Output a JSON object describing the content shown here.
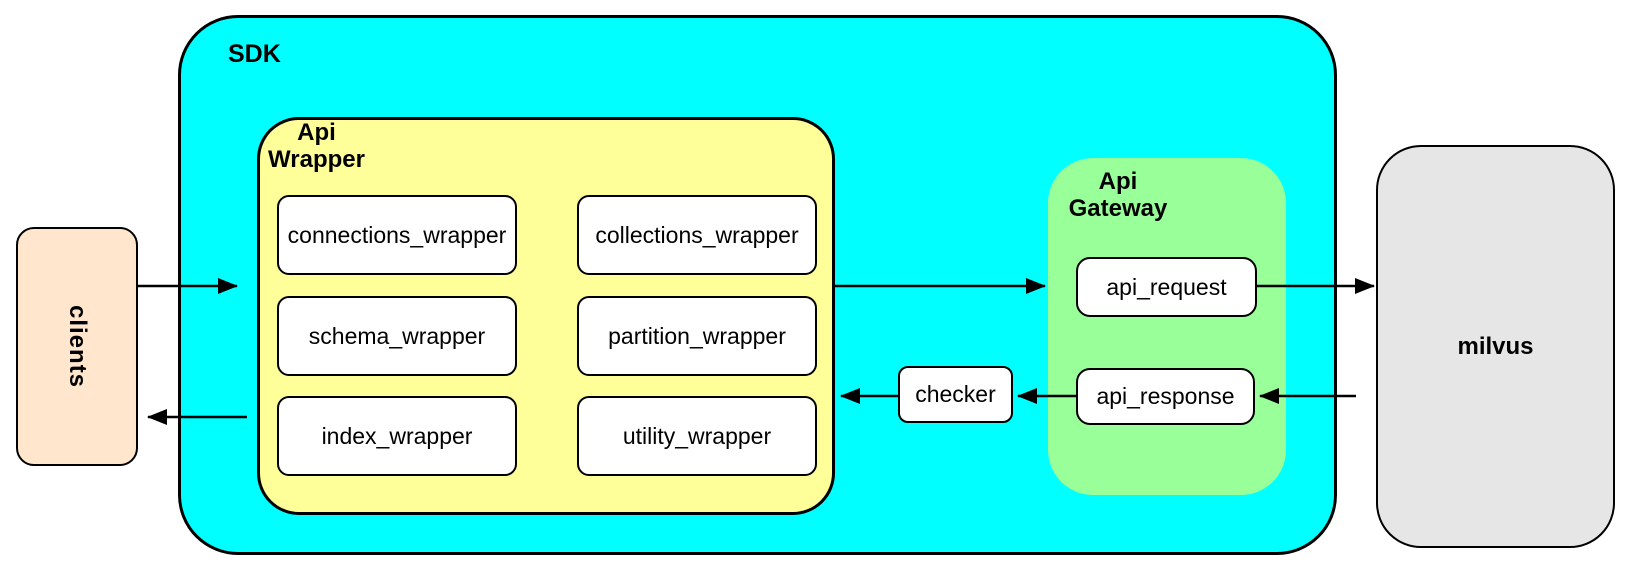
{
  "clients": {
    "label": "clients"
  },
  "sdk": {
    "label": "SDK"
  },
  "api_wrapper": {
    "label": "Api\nWrapper",
    "boxes": [
      {
        "label": "connections_wrapper"
      },
      {
        "label": "collections_wrapper"
      },
      {
        "label": "schema_wrapper"
      },
      {
        "label": "partition_wrapper"
      },
      {
        "label": "index_wrapper"
      },
      {
        "label": "utility_wrapper"
      }
    ]
  },
  "checker": {
    "label": "checker"
  },
  "api_gateway": {
    "label": "Api\nGateway",
    "request_label": "api_request",
    "response_label": "api_response"
  },
  "milvus": {
    "label": "milvus"
  },
  "colors": {
    "sdk_fill": "#00ffff",
    "api_wrapper_fill": "#ffff99",
    "api_gateway_fill": "#99ff99",
    "clients_fill": "#ffe6cc",
    "milvus_fill": "#e6e6e6",
    "leaf_box_fill": "#ffffff",
    "border": "#000000"
  }
}
